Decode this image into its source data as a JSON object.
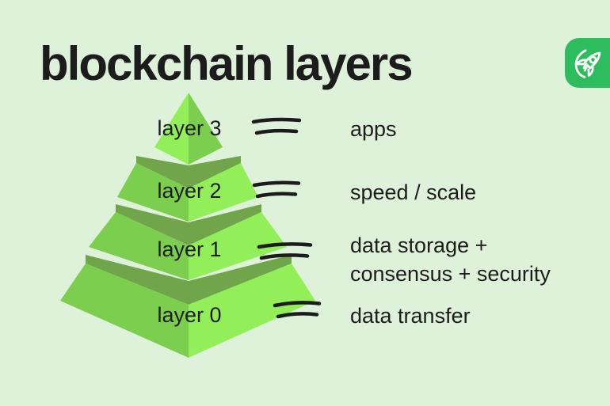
{
  "title": "blockchain layers",
  "colors": {
    "background": "#def2da",
    "facet_light": "#92ef5a",
    "facet_medium": "#7cce4e",
    "facet_top": "#71a54c",
    "text": "#1c1c1c"
  },
  "logo": {
    "background": "#2dbd5f",
    "rocket_color": "#ffffff"
  },
  "pyramid": {
    "layers": [
      {
        "label": "layer 3",
        "description_lines": [
          "apps"
        ]
      },
      {
        "label": "layer 2",
        "description_lines": [
          "speed / scale"
        ]
      },
      {
        "label": "layer 1",
        "description_lines": [
          "data storage +",
          "consensus + security"
        ]
      },
      {
        "label": "layer 0",
        "description_lines": [
          "data transfer"
        ]
      }
    ]
  }
}
